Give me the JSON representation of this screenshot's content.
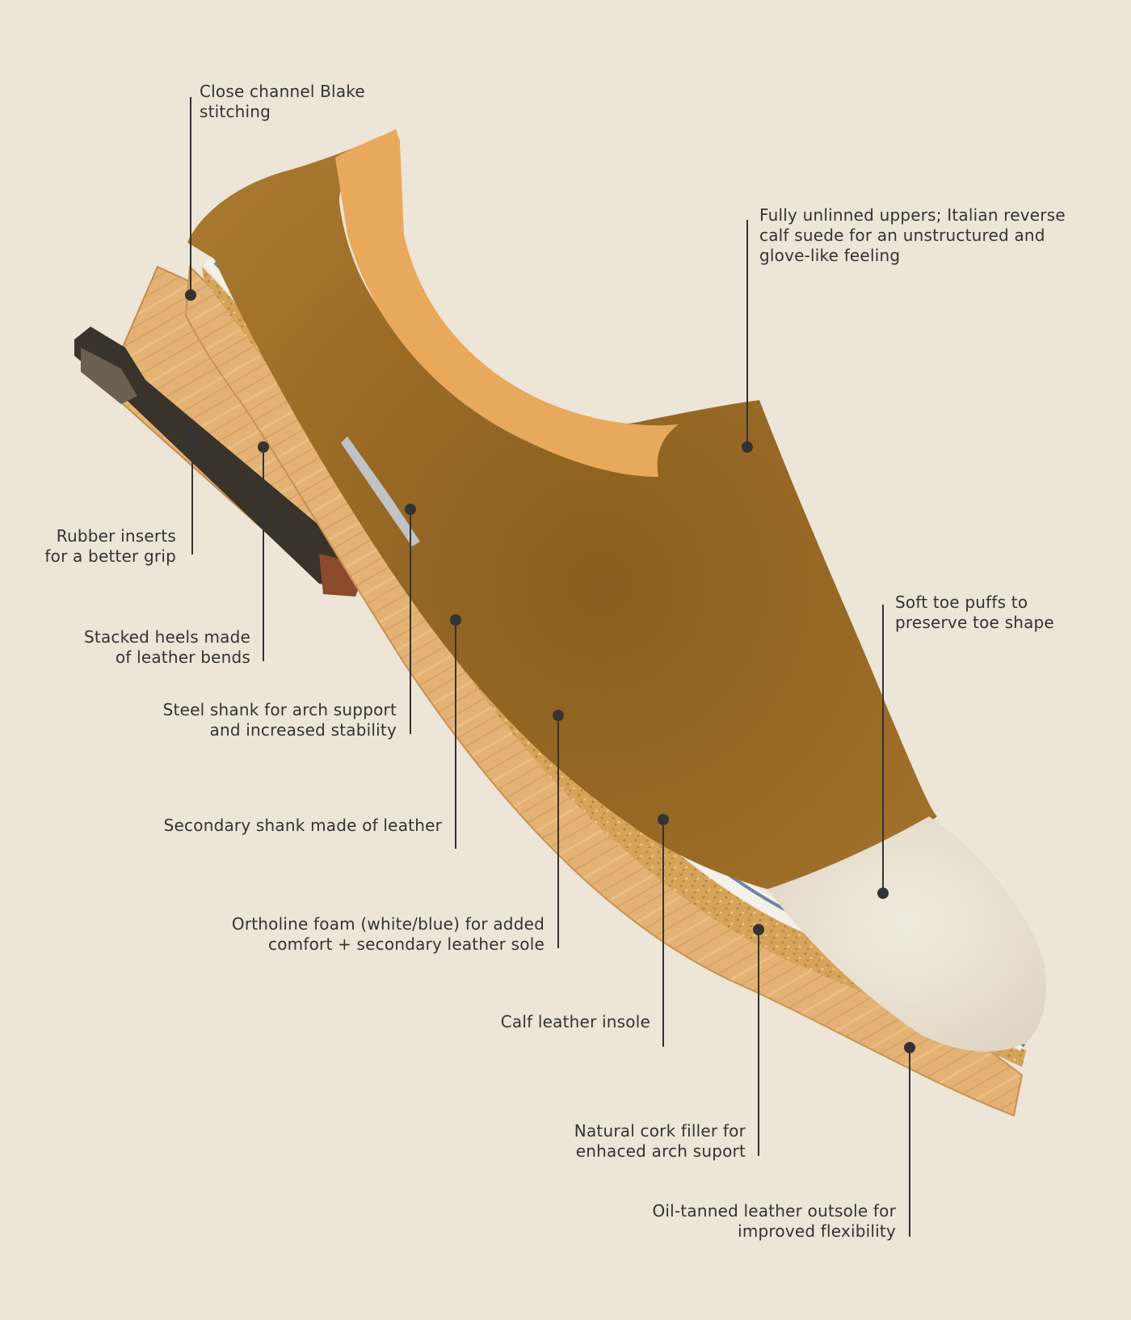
{
  "colors": {
    "background": "#EDE5D8",
    "suede": "#9A6A25",
    "lining": "#E9A95C",
    "wood": "#E3B274",
    "cork": "#D7A45C",
    "toe_puff": "#ECE4D6",
    "rubber": "#3B342C",
    "foam_blue": "#6E86A5",
    "leader": "#333333"
  },
  "callouts": {
    "close_channel": {
      "lines": [
        "Close channel Blake",
        "stitching"
      ]
    },
    "uppers": {
      "lines": [
        "Fully unlinned uppers; Italian reverse",
        "calf suede for an unstructured and",
        "glove-like feeling"
      ]
    },
    "rubber_inserts": {
      "lines": [
        "Rubber inserts",
        "for a better grip"
      ]
    },
    "stacked_heels": {
      "lines": [
        "Stacked heels made",
        "of leather bends"
      ]
    },
    "toe_puffs": {
      "lines": [
        "Soft toe puffs to",
        "preserve toe shape"
      ]
    },
    "steel_shank": {
      "lines": [
        "Steel shank for arch support",
        "and increased stability"
      ]
    },
    "secondary_shank": {
      "lines": [
        "Secondary shank made of leather"
      ]
    },
    "ortholine": {
      "lines": [
        "Ortholine foam (white/blue) for added",
        "comfort + secondary leather sole"
      ]
    },
    "insole": {
      "lines": [
        "Calf leather insole"
      ]
    },
    "cork": {
      "lines": [
        "Natural cork filler for",
        "enhaced arch suport"
      ]
    },
    "outsole": {
      "lines": [
        "Oil-tanned leather outsole for",
        "improved flexibility"
      ]
    }
  }
}
